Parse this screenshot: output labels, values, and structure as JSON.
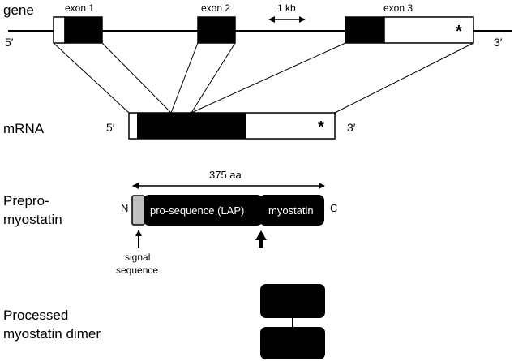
{
  "colors": {
    "ink": "#000000",
    "paper": "#ffffff",
    "signal_peptide": "#bfbfbf"
  },
  "gene": {
    "row_label": "gene",
    "end_5": "5′",
    "end_3": "3′",
    "exons": [
      {
        "label": "exon 1",
        "stop_codon_mark": ""
      },
      {
        "label": "exon 2",
        "stop_codon_mark": ""
      },
      {
        "label": "exon 3",
        "stop_codon_mark": "*"
      }
    ],
    "scale_bar_label": "1 kb"
  },
  "mrna": {
    "row_label": "mRNA",
    "end_5": "5′",
    "end_3": "3′",
    "stop_codon_mark": "*"
  },
  "prepro": {
    "row_label_line1": "Prepro-",
    "row_label_line2": "myostatin",
    "length_label": "375 aa",
    "n_terminus": "N",
    "c_terminus": "C",
    "prodomain_label": "pro-sequence (LAP)",
    "mature_label": "myostatin",
    "signal_label_line1": "signal",
    "signal_label_line2": "sequence"
  },
  "dimer": {
    "row_label_line1": "Processed",
    "row_label_line2": "myostatin dimer"
  }
}
